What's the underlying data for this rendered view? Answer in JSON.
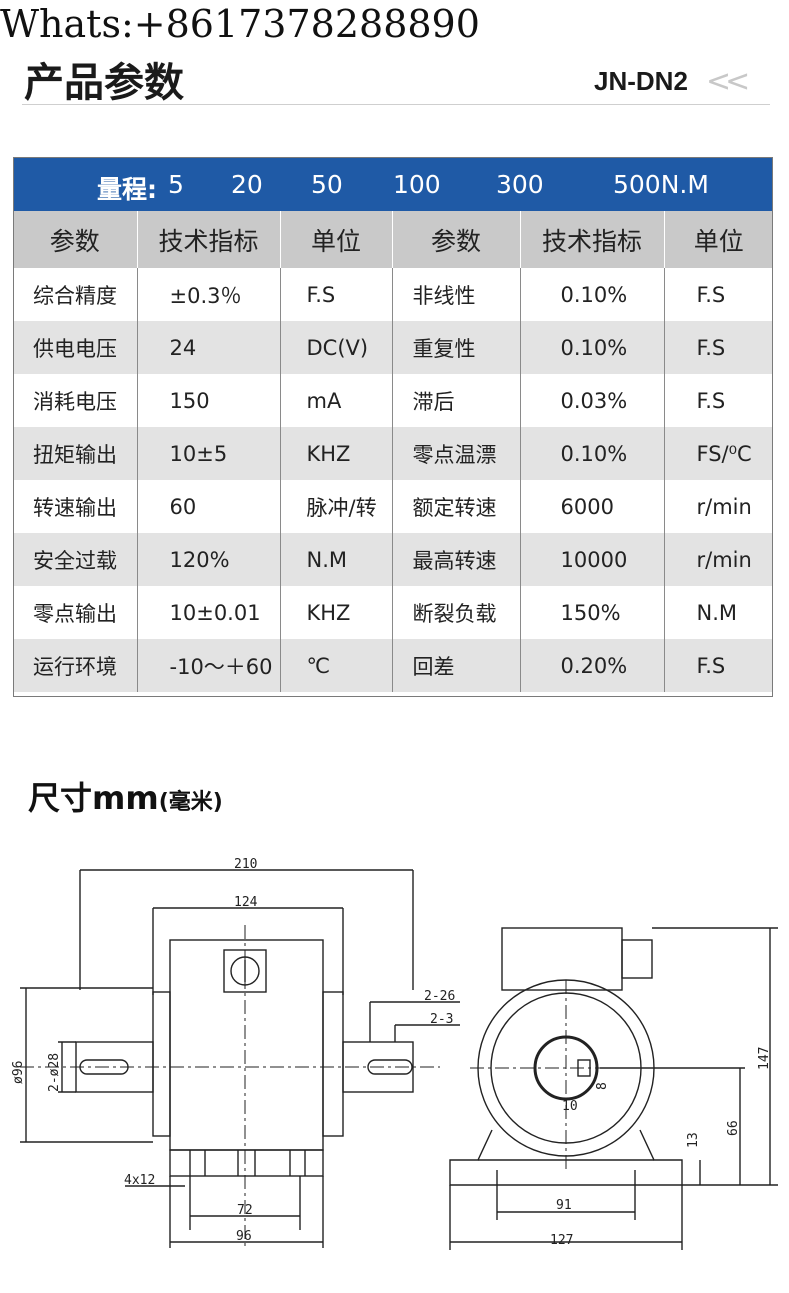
{
  "watermark": "Whats:+8617378288890",
  "header": {
    "title": "产品参数",
    "model": "JN-DN2",
    "arrows": "<<"
  },
  "range": {
    "label": "量程:",
    "values": [
      "5",
      "20",
      "50",
      "100",
      "300",
      "500N.M"
    ]
  },
  "table": {
    "headers": [
      "参数",
      "技术指标",
      "单位",
      "参数",
      "技术指标",
      "单位"
    ],
    "rows": [
      [
        "综合精度",
        "±0.3％",
        "F.S",
        "非线性",
        "0.10%",
        "F.S"
      ],
      [
        "供电电压",
        "24",
        "DC(V)",
        "重复性",
        "0.10%",
        "F.S"
      ],
      [
        "消耗电压",
        "150",
        "mA",
        "滞后",
        "0.03%",
        "F.S"
      ],
      [
        "扭矩输出",
        "10±5",
        "KHZ",
        "零点温漂",
        "0.10%",
        "FS/⁰C"
      ],
      [
        "转速输出",
        "60",
        "脉冲/转",
        "额定转速",
        "6000",
        "r/min"
      ],
      [
        "安全过载",
        "120%",
        "N.M",
        "最高转速",
        "10000",
        "r/min"
      ],
      [
        "零点输出",
        "10±0.01",
        "KHZ",
        "断裂负载",
        "150%",
        "N.M"
      ],
      [
        "运行环境",
        "-10～＋60",
        "℃",
        "回差",
        "0.20%",
        "F.S"
      ]
    ]
  },
  "dimensions": {
    "title": "尺寸mm",
    "unit_note": "(毫米)",
    "labels": {
      "d210": "210",
      "d124": "124",
      "d2_26": "2-26",
      "d2_3": "2-3",
      "d96v": "ø96",
      "d28": "2-ø28",
      "d4x12": "4x12",
      "d72": "72",
      "d96h": "96",
      "d147": "147",
      "d8": "8",
      "d10": "10",
      "d13": "13",
      "d66": "66",
      "d91": "91",
      "d127": "127"
    }
  }
}
